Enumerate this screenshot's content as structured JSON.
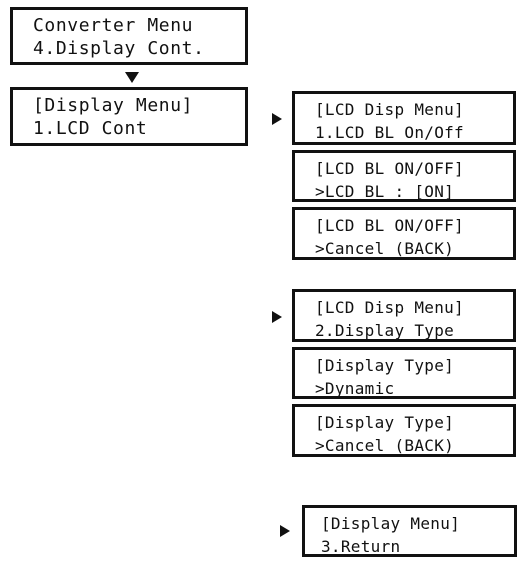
{
  "screens": {
    "converter_menu": {
      "line1": "Converter Menu",
      "line2": "4.Display Cont."
    },
    "display_menu_lcd": {
      "line1": "[Display Menu]",
      "line2": "1.LCD Cont"
    },
    "lcd_disp_menu_bl": {
      "line1": "[LCD Disp Menu]",
      "line2": "1.LCD BL On/Off"
    },
    "lcd_bl_on": {
      "line1": "[LCD BL ON/OFF]",
      "line2": ">LCD BL : [ON]"
    },
    "lcd_bl_cancel": {
      "line1": "[LCD BL ON/OFF]",
      "line2": ">Cancel (BACK)"
    },
    "lcd_disp_menu_type": {
      "line1": "[LCD Disp Menu]",
      "line2": "2.Display Type"
    },
    "display_type_dynamic": {
      "line1": "[Display Type]",
      "line2": ">Dynamic"
    },
    "display_type_cancel": {
      "line1": "[Display Type]",
      "line2": ">Cancel (BACK)"
    },
    "display_menu_return": {
      "line1": "[Display Menu]",
      "line2": "3.Return"
    }
  },
  "icons": {
    "flow_down": "triangle-down-icon",
    "flow_right": "triangle-right-icon"
  }
}
